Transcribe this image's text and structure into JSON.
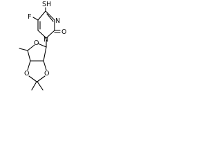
{
  "molecule": {
    "atoms": {
      "sh": "SH",
      "f": "F",
      "n_ring": "N",
      "n_glycosidic": "N",
      "o_carbonyl": "O",
      "o_furanose": "O",
      "o_dioxolane_left": "O",
      "o_dioxolane_right": "O"
    }
  },
  "colors": {
    "ink": "#000000",
    "background": "#ffffff"
  }
}
